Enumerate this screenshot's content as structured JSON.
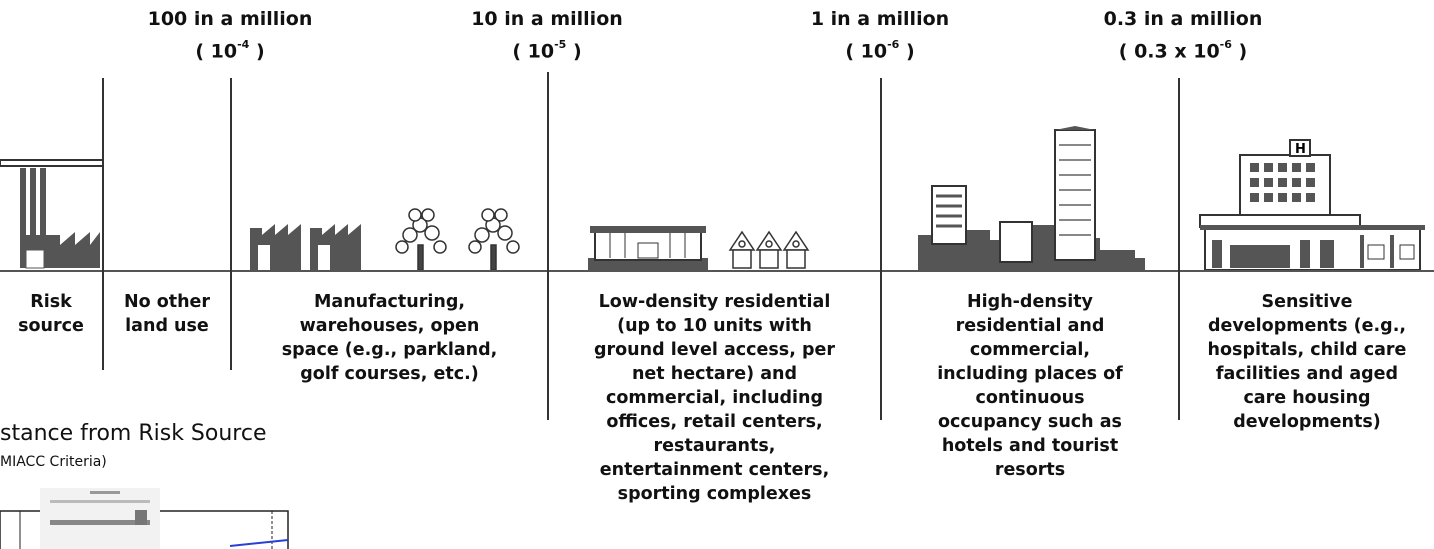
{
  "headers": [
    {
      "main": "100 in a million",
      "prefix": "( 10",
      "sup": "-4",
      "suffix": " )"
    },
    {
      "main": "10 in a million",
      "prefix": "( 10",
      "sup": "-5",
      "suffix": " )"
    },
    {
      "main": "1 in a million",
      "prefix": "( 10",
      "sup": "-6",
      "suffix": " )"
    },
    {
      "main": "0.3 in a million",
      "prefix": "( 0.3 x 10",
      "sup": "-6",
      "suffix": " )"
    }
  ],
  "zones": [
    {
      "lines": [
        "Risk",
        "source"
      ]
    },
    {
      "lines": [
        "No other",
        "land use"
      ]
    },
    {
      "lines": [
        "Manufacturing,",
        "warehouses, open",
        "space (e.g., parkland,",
        "golf courses, etc.)"
      ]
    },
    {
      "lines": [
        "Low-density residential",
        "(up to 10 units with",
        "ground level access, per",
        "net hectare) and",
        "commercial, including",
        "offices, retail centers,",
        "restaurants,",
        "entertainment centers,",
        "sporting complexes"
      ]
    },
    {
      "lines": [
        "High-density",
        "residential and",
        "commercial,",
        "including places of",
        "continuous",
        "occupancy such as",
        "hotels and tourist",
        "resorts"
      ]
    },
    {
      "lines": [
        "Sensitive",
        "developments (e.g.,",
        "hospitals, child care",
        "facilities and aged",
        "care housing",
        "developments)"
      ]
    }
  ],
  "distance": {
    "title": "stance from Risk Source",
    "subtitle": "MIACC Criteria)"
  },
  "icons": [
    "factory-icon",
    "factory-building-icon",
    "tree-icon",
    "shop-building-icon",
    "house-icon",
    "city-skyline-icon",
    "hospital-icon",
    "chart-thumbnail-icon"
  ]
}
